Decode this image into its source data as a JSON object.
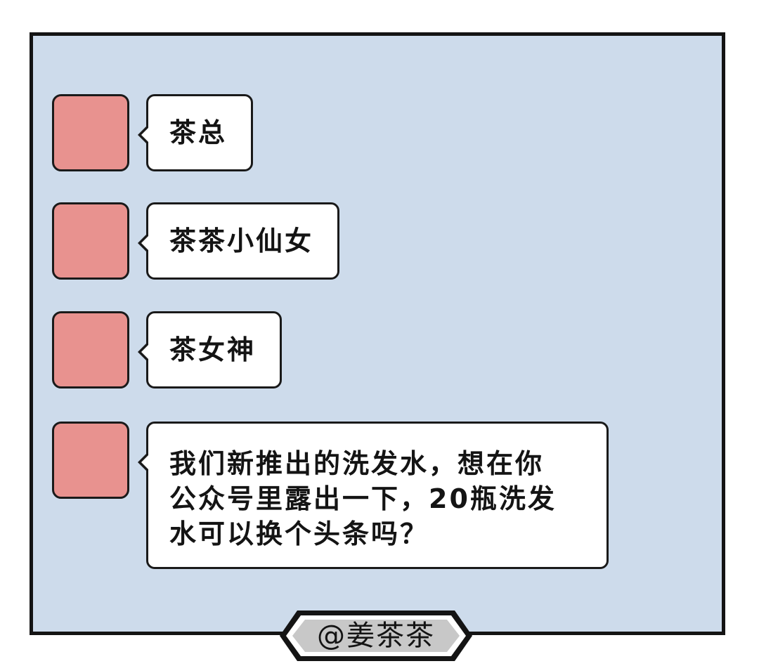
{
  "panel": {
    "background": "#cddbeb",
    "border_color": "#141414"
  },
  "avatar_color": "#e8928f",
  "messages": [
    {
      "text": "茶总"
    },
    {
      "text": "茶茶小仙女"
    },
    {
      "text": "茶女神"
    },
    {
      "lines": [
        "我们新推出的洗发水，想在你",
        "公众号里露出一下，20瓶洗发",
        "水可以换个头条吗？"
      ]
    }
  ],
  "signature": "@姜茶茶"
}
